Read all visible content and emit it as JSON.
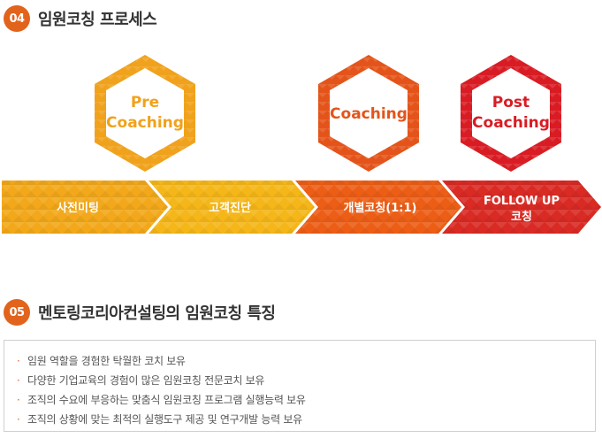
{
  "colors": {
    "accent": "#e2631c",
    "hex_pre": "#f0a21c",
    "hex_coaching": "#e4541a",
    "hex_post": "#d91c24",
    "bar_1": "#f2a81a",
    "bar_2": "#f4b618",
    "bar_3": "#ec5e16",
    "bar_4": "#d92a24"
  },
  "section4": {
    "number": "04",
    "title": "임원코칭 프로세스"
  },
  "hexagons": [
    {
      "line1": "Pre",
      "line2": "Coaching",
      "color": "#f0a21c"
    },
    {
      "line1": "Coaching",
      "line2": "",
      "color": "#e4541a"
    },
    {
      "line1": "Post",
      "line2": "Coaching",
      "color": "#d91c24"
    }
  ],
  "steps": [
    {
      "line1": "사전미팅",
      "line2": ""
    },
    {
      "line1": "고객진단",
      "line2": ""
    },
    {
      "line1": "개별코칭(1:1)",
      "line2": ""
    },
    {
      "line1": "FOLLOW UP",
      "line2": "코칭"
    }
  ],
  "section5": {
    "number": "05",
    "title": "멘토링코리아컨설팅의 임원코칭 특징"
  },
  "features": [
    "임원 역할을 경험한 탁월한 코치 보유",
    "다양한 기업교육의 경험이 많은 임원코칭 전문코치 보유",
    "조직의 수요에 부응하는 맞춤식 임원코칭 프로그램 실행능력 보유",
    "조직의 상황에 맞는 최적의 실행도구 제공 및 연구개발 능력 보유"
  ],
  "bullet": "·"
}
